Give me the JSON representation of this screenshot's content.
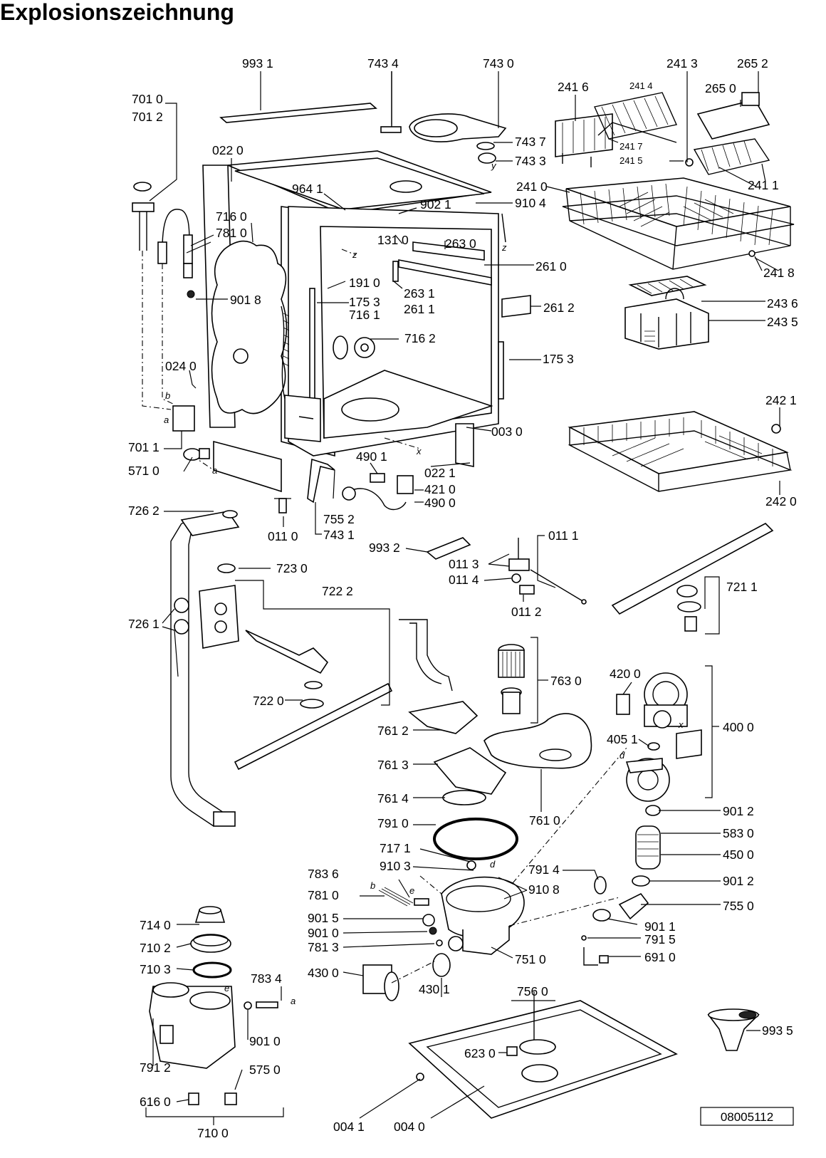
{
  "title": "Explosionszeichnung",
  "reference_number": "08005112",
  "part_labels": {
    "p9931": "993 1",
    "p7434": "743 4",
    "p7430": "743 0",
    "p7437": "743 7",
    "p7433": "743 3",
    "p2413": "241 3",
    "p2652": "265 2",
    "p2416": "241 6",
    "p2414": "241 4",
    "p2650": "265 0",
    "p2417": "241 7",
    "p2415": "241 5",
    "p2411": "241 1",
    "p2410": "241 0",
    "p2418": "241 8",
    "p7010": "701 0",
    "p7012": "701 2",
    "p0220": "022 0",
    "p9641": "964 1",
    "p9021": "902 1",
    "p9104": "910 4",
    "p7160": "716 0",
    "p7810": "781 0",
    "p1310": "131 0",
    "p2630": "263 0",
    "p2610": "261 0",
    "p9018": "901 8",
    "p1910": "191 0",
    "p1753a": "175 3",
    "p2631": "263 1",
    "p2611": "261 1",
    "p2612": "261 2",
    "p7161": "716 1",
    "p7162": "716 2",
    "p2436": "243 6",
    "p2435": "243 5",
    "p0240": "024 0",
    "p1753b": "175 3",
    "p7011": "701 1",
    "p0030": "003 0",
    "p2421": "242 1",
    "p5710": "571 0",
    "p4901": "490 1",
    "p0221": "022 1",
    "p4210": "421 0",
    "p4900": "490 0",
    "p2420": "242 0",
    "p7262": "726 2",
    "p7552": "755 2",
    "p0110": "011 0",
    "p7431": "743 1",
    "p9932": "993 2",
    "p0111": "011 1",
    "p7230": "723 0",
    "p0113": "011 3",
    "p0114": "011 4",
    "p0112": "011 2",
    "p7222": "722 2",
    "p7211": "721 1",
    "p7261": "726 1",
    "p7630": "763 0",
    "p4200": "420 0",
    "p7220": "722 0",
    "p4000": "400 0",
    "p7612": "761 2",
    "p4051": "405 1",
    "p7613": "761 3",
    "p7614": "761 4",
    "p9012a": "901 2",
    "p7610": "761 0",
    "p7910": "791 0",
    "p5830": "583 0",
    "p7171": "717 1",
    "p4500": "450 0",
    "p9103": "910 3",
    "p7836": "783 6",
    "p7914": "791 4",
    "p9108": "910 8",
    "p9012b": "901 2",
    "p7810b": "781 0",
    "p7550": "755 0",
    "p9015": "901 5",
    "p9011": "901 1",
    "p9010a": "901 0",
    "p7915": "791 5",
    "p7813": "781 3",
    "p7510": "751 0",
    "p6910": "691 0",
    "p7140": "714 0",
    "p7102": "710 2",
    "p7103": "710 3",
    "p7834": "783 4",
    "p4300": "430 0",
    "p4301": "430 1",
    "p7560": "756 0",
    "p9935": "993 5",
    "p9010b": "901 0",
    "p6230": "623 0",
    "p7912": "791 2",
    "p5750": "575 0",
    "p6160": "616 0",
    "p0041": "004 1",
    "p0040": "004 0",
    "p7100": "710 0"
  },
  "connector_letters": [
    "b",
    "a",
    "a",
    "z",
    "z",
    "x",
    "x",
    "y",
    "d",
    "d",
    "e",
    "e",
    "b",
    "a"
  ]
}
